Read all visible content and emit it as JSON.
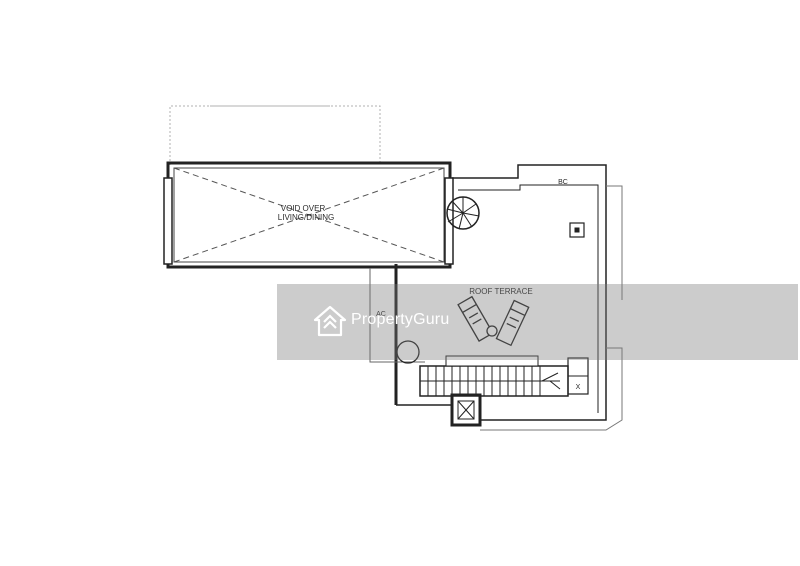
{
  "plan": {
    "labels": {
      "void_line1": "VOID OVER",
      "void_line2": "LIVING/DINING",
      "roof_terrace": "ROOF TERRACE",
      "bc": "BC",
      "ac": "AC",
      "x_mark": "X"
    }
  },
  "watermark": {
    "brand": "PropertyGuru"
  },
  "colors": {
    "line": "#222222",
    "light_line": "#9a9a9a",
    "watermark_band": "#787878",
    "watermark_text": "#ffffff"
  }
}
